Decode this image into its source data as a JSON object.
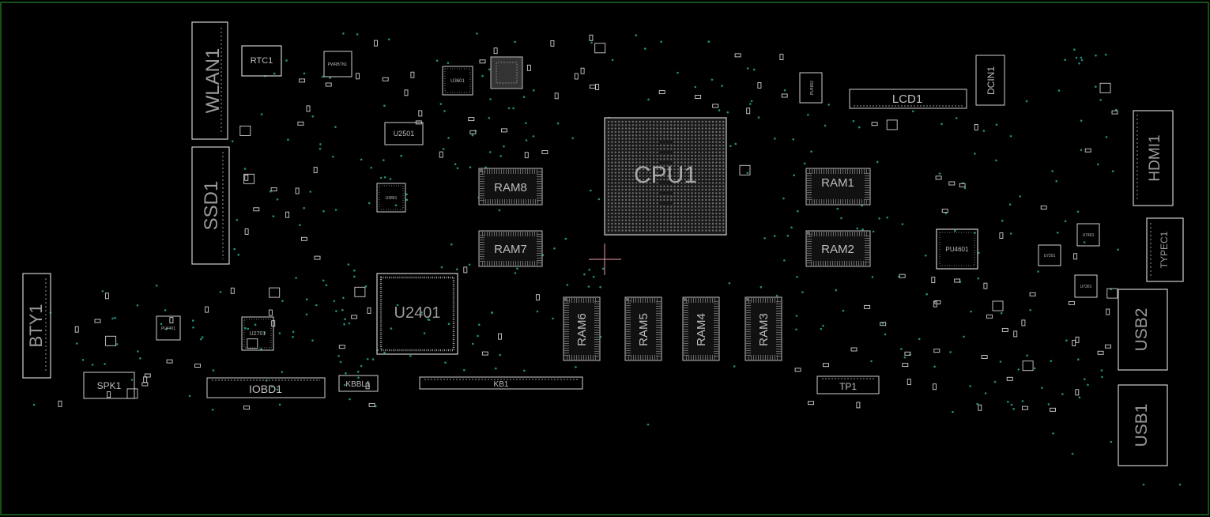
{
  "board": {
    "colors": {
      "background": "#000000",
      "frame": "#1f6b1f",
      "outline": "#cfcfcf",
      "silkscreen": "#9a9a9a",
      "via": "#1e8f7f",
      "pad": "#bdbdbd",
      "cursor": "#e79aa6"
    },
    "labels": {
      "wlan": "WLAN1",
      "ssd": "SSD1",
      "bty": "BTY1",
      "rtc": "RTC1",
      "u2501": "U2501",
      "u2401": "U2401",
      "u2701": "U2701",
      "spk": "SPK1",
      "iobd": "IOBD1",
      "kbbl": "KBBL1",
      "kb": "KB1",
      "cpu": "CPU1",
      "ram8": "RAM8",
      "ram7": "RAM7",
      "ram6": "RAM6",
      "ram5": "RAM5",
      "ram4": "RAM4",
      "ram3": "RAM3",
      "ram1": "RAM1",
      "ram2": "RAM2",
      "lcd": "LCD1",
      "dcin": "DCIN1",
      "hdmi": "HDMI1",
      "typec": "TYPEC1",
      "usb2": "USB2",
      "usb1": "USB1",
      "tp": "TP1",
      "pu4601": "PU4601",
      "u3601": "U3601",
      "u3801": "U3801",
      "pu4401": "PU4401",
      "pwrbtn": "PWRBTN1",
      "pu4802": "PU4802",
      "u7201": "U7201",
      "u7401": "U7401",
      "u7301": "U7301"
    }
  }
}
